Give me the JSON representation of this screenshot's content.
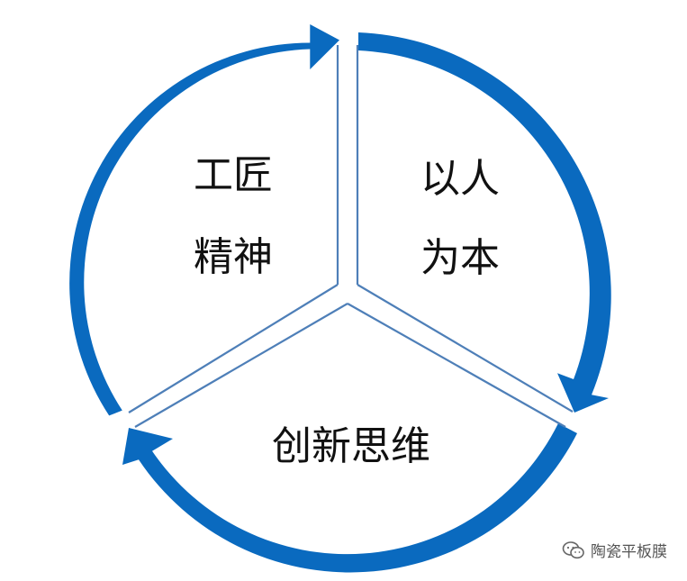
{
  "segments": [
    {
      "id": "left",
      "line1": "工匠",
      "line2": "精神"
    },
    {
      "id": "right",
      "line1": "以人",
      "line2": "为本"
    },
    {
      "id": "bottom",
      "line1": "创新思维"
    }
  ],
  "watermark": {
    "text": "陶瓷平板膜",
    "icon": "wechat-icon"
  },
  "colors": {
    "ring": "#0A6ABF",
    "divider": "#4E7FB8",
    "text": "#111111"
  }
}
